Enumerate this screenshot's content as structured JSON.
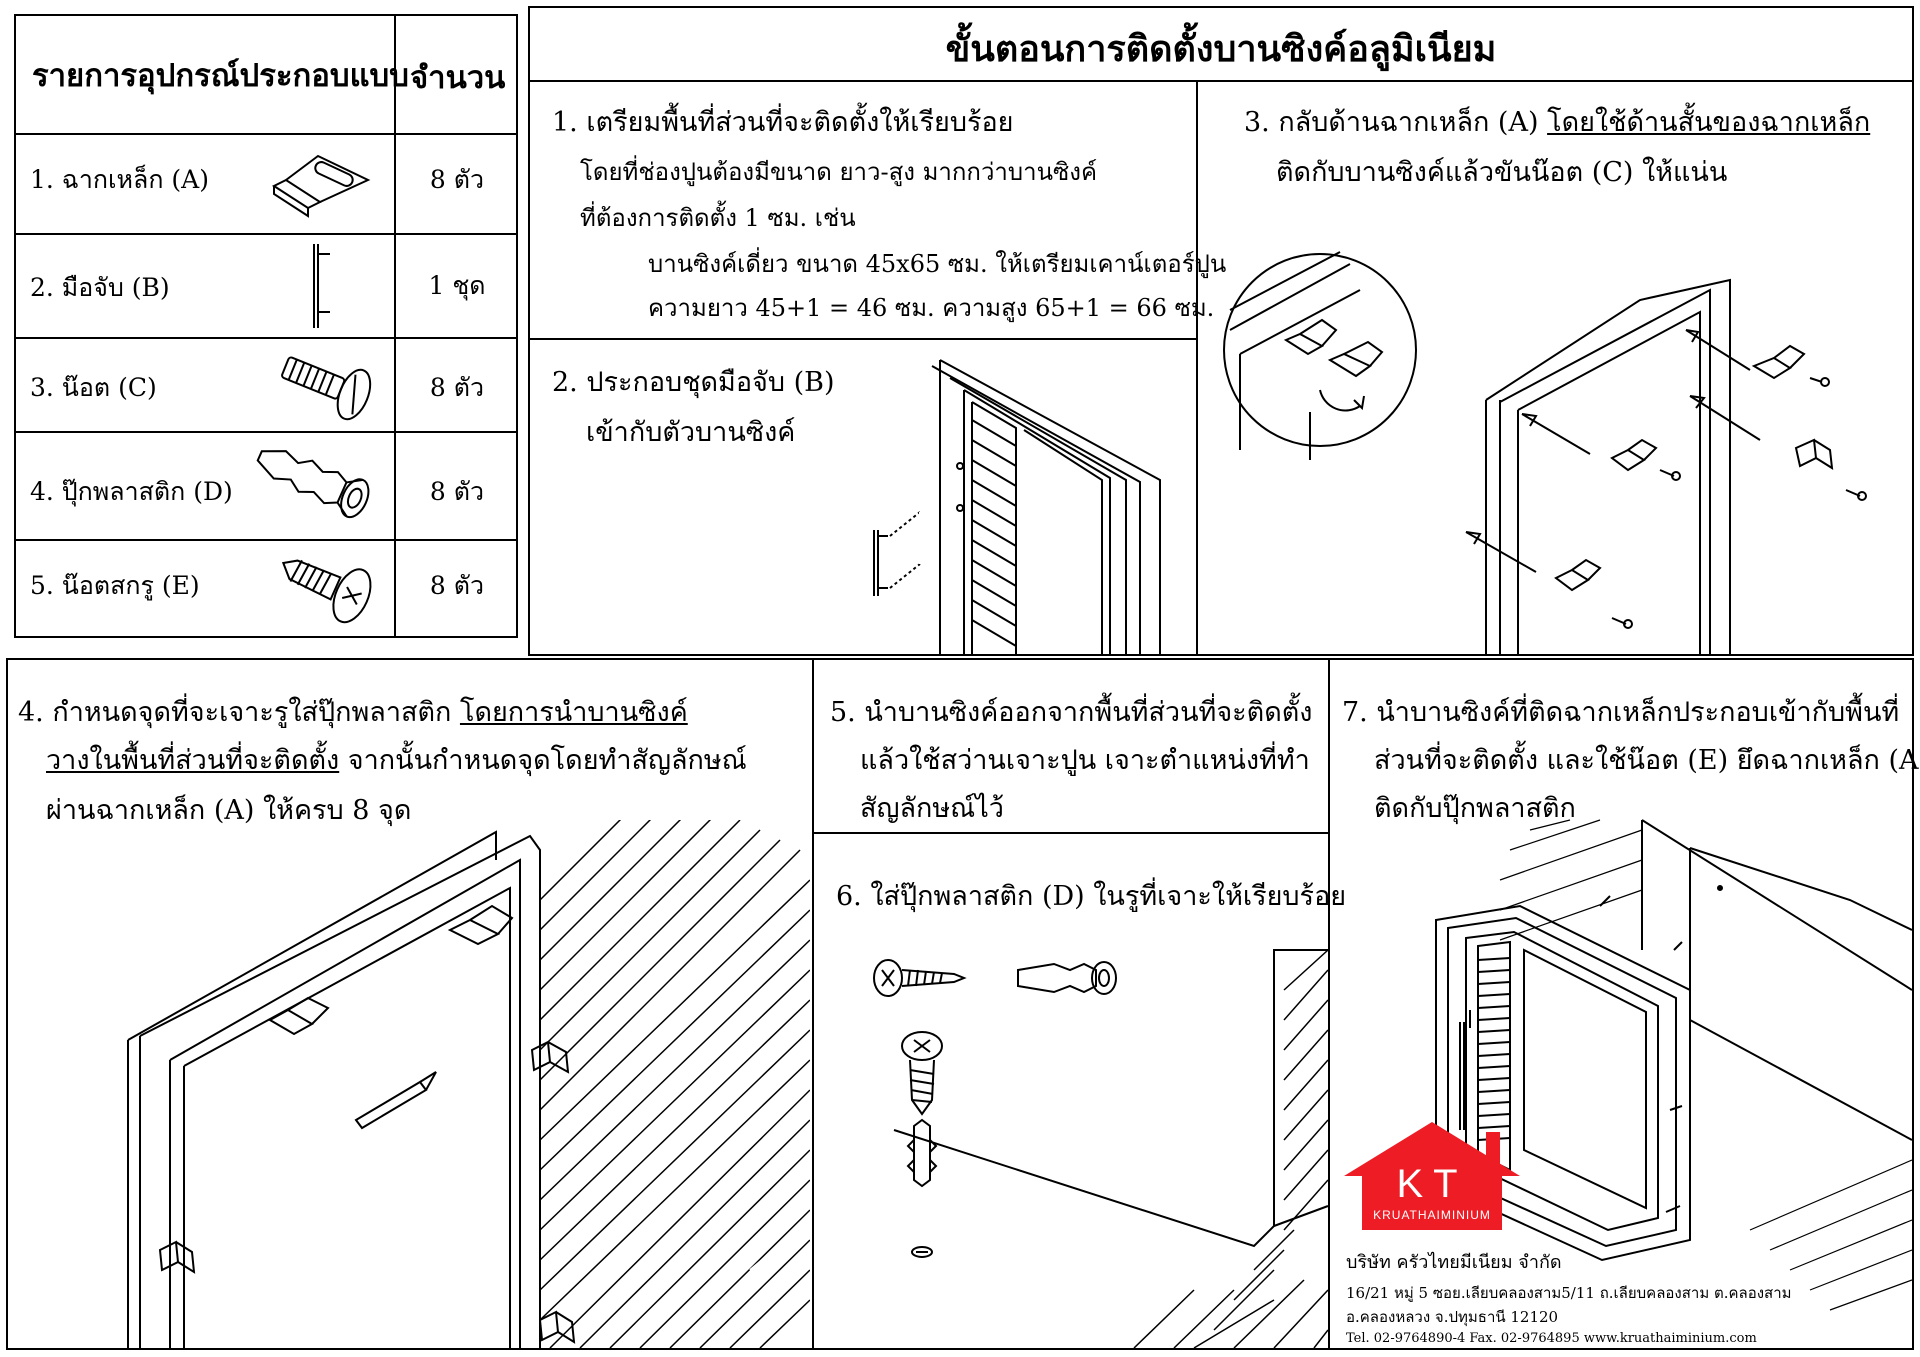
{
  "title": "ขั้นตอนการติดตั้งบานซิงค์อลูมิเนียม",
  "parts_table": {
    "header_item": "รายการอุปกรณ์ประกอบแบบ",
    "header_qty": "จำนวน",
    "rows": [
      {
        "label": "1. ฉากเหล็ก  (A)",
        "qty": "8 ตัว",
        "icon": "steel-bracket-icon"
      },
      {
        "label": "2. มือจับ  (B)",
        "qty": "1 ชุด",
        "icon": "handle-icon"
      },
      {
        "label": "3. น๊อต  (C)",
        "qty": "8 ตัว",
        "icon": "bolt-icon"
      },
      {
        "label": "4. ปุ๊กพลาสติก  (D)",
        "qty": "8 ตัว",
        "icon": "plastic-anchor-icon"
      },
      {
        "label": "5. น๊อตสกรู  (E)",
        "qty": "8 ตัว",
        "icon": "screw-icon"
      }
    ]
  },
  "step1": {
    "line1": "1. เตรียมพื้นที่ส่วนที่จะติดตั้งให้เรียบร้อย",
    "line2": "โดยที่ช่องปูนต้องมีขนาด ยาว-สูง มากกว่าบานซิงค์",
    "line3": "ที่ต้องการติดตั้ง 1 ซม.   เช่น",
    "line4": "บานซิงค์เดี่ยว ขนาด 45x65 ซม. ให้เตรียมเคาน์เตอร์ปูน",
    "line5": "ความยาว 45+1 = 46 ซม. ความสูง 65+1 = 66 ซม."
  },
  "step2": {
    "line1": "2. ประกอบชุดมือจับ (B)",
    "line2": "เข้ากับตัวบานซิงค์"
  },
  "step3": {
    "line1a": "3. กลับด้านฉากเหล็ก (A) ",
    "line1b": "โดยใช้ด้านสั้นของฉากเหล็ก",
    "line2": "ติดกับบานซิงค์แล้วขันน๊อต (C) ให้แน่น"
  },
  "step4": {
    "line1a": "4. กำหนดจุดที่จะเจาะรูใส่ปุ๊กพลาสติก ",
    "line1b": "โดยการนำบานซิงค์",
    "line2a": "วางในพื้นที่ส่วนที่จะติดตั้ง",
    "line2b": " จากนั้นกำหนดจุดโดยทำสัญลักษณ์",
    "line3": "ผ่านฉากเหล็ก (A) ให้ครบ 8 จุด"
  },
  "step5": {
    "line1": "5. นำบานซิงค์ออกจากพื้นที่ส่วนที่จะติดตั้ง",
    "line2": "แล้วใช้สว่านเจาะปูน เจาะตำแหน่งที่ทำ",
    "line3": "สัญลักษณ์ไว้"
  },
  "step6": {
    "line1": "6. ใส่ปุ๊กพลาสติก (D) ในรูที่เจาะให้เรียบร้อย"
  },
  "step7": {
    "line1": "7. นำบานซิงค์ที่ติดฉากเหล็กประกอบเข้ากับพื้นที่",
    "line2": "ส่วนที่จะติดตั้ง และใช้น๊อต (E) ยึดฉากเหล็ก (A)",
    "line3": "ติดกับปุ๊กพลาสติก"
  },
  "brand": {
    "logo_letters": "KT",
    "logo_name": "KRUATHAIMINIUM",
    "logo_color": "#ee1c25",
    "company_name": "บริษัท ครัวไทยมีเนียม จำกัด",
    "address1": "16/21 หมู่ 5  ซอย.เลียบคลองสาม5/11  ถ.เลียบคลองสาม ต.คลองสาม",
    "address2": "อ.คลองหลวง จ.ปทุมธานี 12120",
    "contact": "Tel. 02-9764890-4  Fax. 02-9764895  www.kruathaiminium.com"
  }
}
